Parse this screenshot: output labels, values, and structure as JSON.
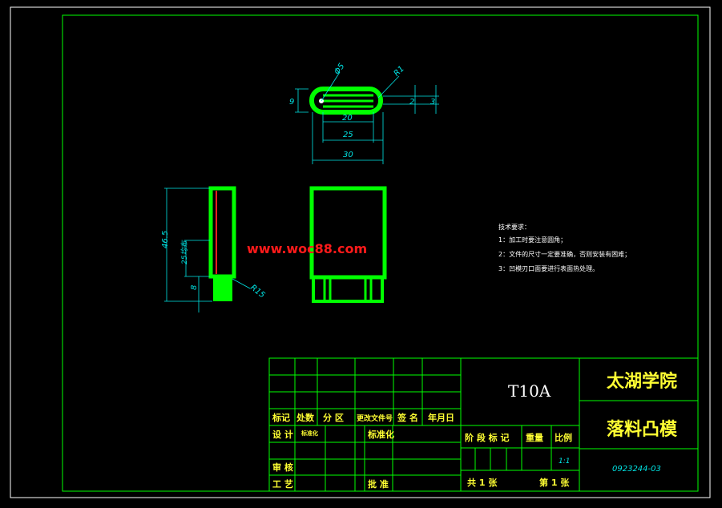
{
  "drawing": {
    "watermark": "www.woc88.com",
    "dimensions": {
      "phi5": "Φ5",
      "r1": "R1",
      "d9": "9",
      "d2": "2",
      "d3": "3",
      "d20": "20",
      "d25": "25",
      "d30": "30",
      "d46_5": "46.5",
      "d25_side": "25均布",
      "d8": "8",
      "r15": "R15"
    },
    "notes": {
      "title": "技术要求：",
      "line1": "1：加工时要注意圆角；",
      "line2": "2：文件的尺寸一定要准确，否则安装有困难；",
      "line3": "3：凹模刃口面要进行表面热处理。"
    }
  },
  "title_block": {
    "material": "T10A",
    "school": "太湖学院",
    "part_name": "落料凸模",
    "drawing_number": "0923244-03",
    "scale_value": "1:1",
    "labels": {
      "biaoji": "标记",
      "chushu": "处数",
      "fenqu": "分 区",
      "gengai": "更改文件号",
      "qianming": "签 名",
      "nianyueri": "年月日",
      "sheji": "设 计",
      "designer": "标准化",
      "biaozhunhua": "标准化",
      "jieduan": "阶 段 标 记",
      "zhongliang": "重量",
      "bili": "比例",
      "shenhe": "审 核",
      "gongyi": "工 艺",
      "pizhun": "批 准",
      "gong": "共 1 张",
      "di": "第 1 张"
    }
  }
}
